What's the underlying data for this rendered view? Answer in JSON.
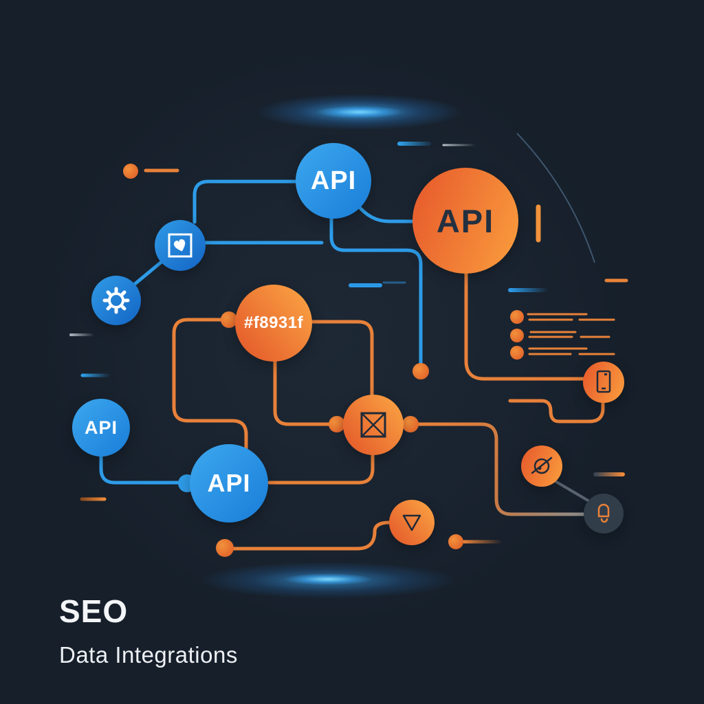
{
  "footer": {
    "heading": "SEO",
    "subheading": "Data Integrations"
  },
  "nodes": {
    "api_blue_top": {
      "label": "API",
      "color": "#2196e8"
    },
    "api_orange": {
      "label": "API",
      "color": "#f8931f"
    },
    "hex": {
      "label": "#f8931f",
      "color": "#f8931f"
    },
    "api_blue_small": {
      "label": "API",
      "color": "#2196e8"
    },
    "api_blue_large": {
      "label": "API",
      "color": "#2196e8"
    },
    "heart_node": {
      "icon": "heart-in-square-icon"
    },
    "gear_node": {
      "icon": "gear-icon"
    },
    "xsquare_node": {
      "icon": "x-square-icon"
    },
    "triangle_node": {
      "icon": "triangle-down-icon"
    },
    "phone_node": {
      "icon": "smartphone-icon"
    },
    "target_node": {
      "icon": "target-slash-icon"
    },
    "bell_node": {
      "icon": "bell-icon"
    }
  },
  "colors": {
    "background": "#161f2a",
    "wire_blue": "#2e9ce8",
    "wire_orange": "#e8813a",
    "node_text_dark": "#233040",
    "node_text_light": "#ffffff"
  }
}
